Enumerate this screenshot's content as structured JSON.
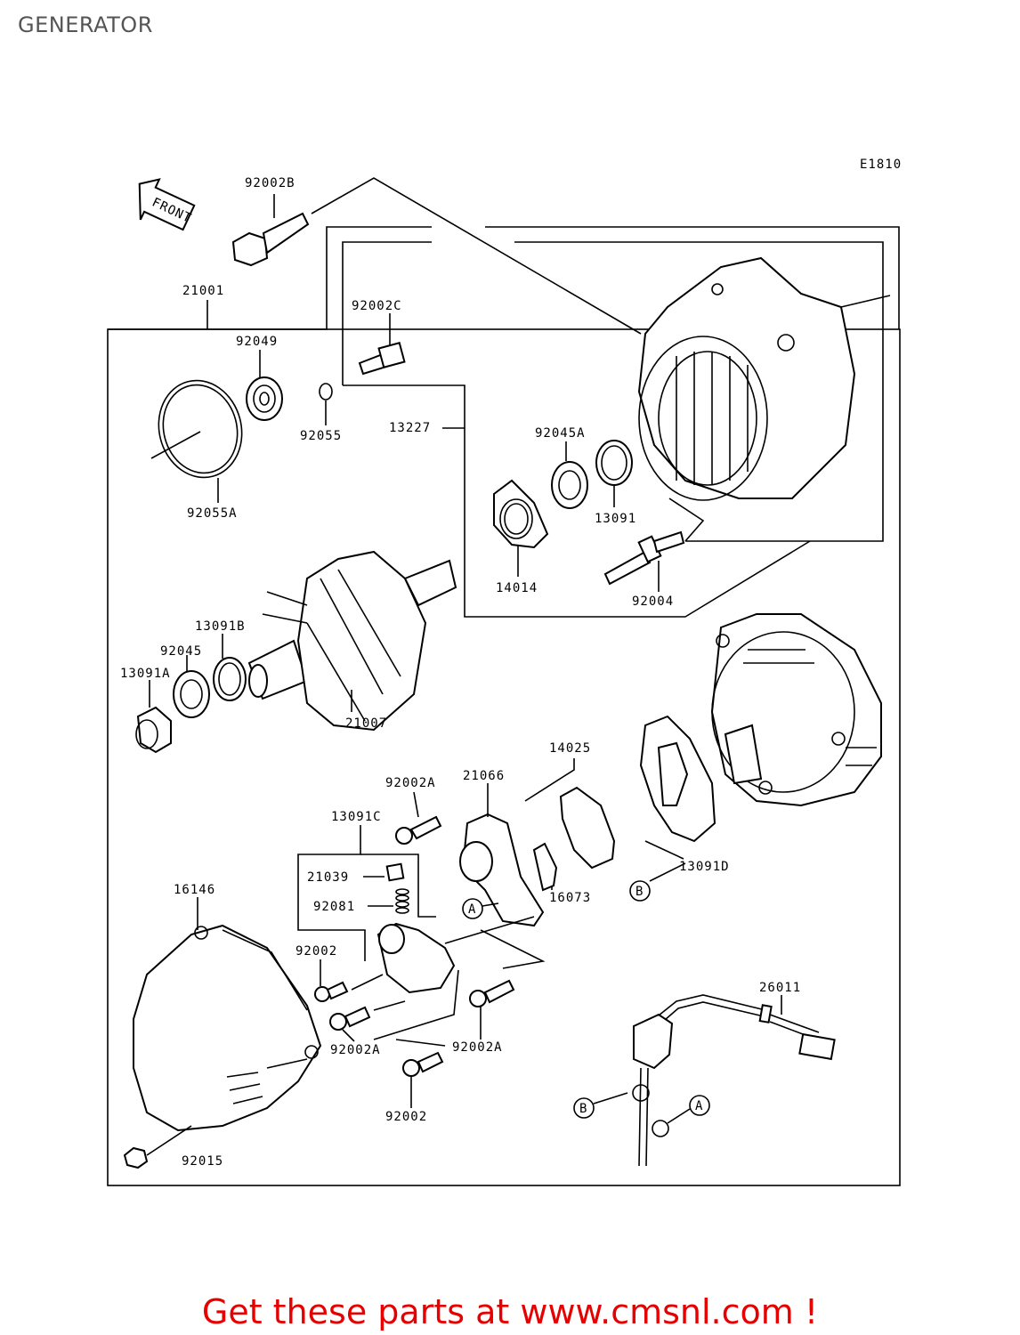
{
  "title": "GENERATOR",
  "diagram_code": "E1810",
  "front_label": "FRONT",
  "ref_a": "A",
  "ref_b": "B",
  "labels": {
    "p92002B": "92002B",
    "p21001": "21001",
    "p92002C": "92002C",
    "p92049": "92049",
    "p92055": "92055",
    "p92055A": "92055A",
    "p13227": "13227",
    "p92045A": "92045A",
    "p13091": "13091",
    "p14014": "14014",
    "p92004": "92004",
    "p13091B": "13091B",
    "p92045": "92045",
    "p13091A": "13091A",
    "p21007": "21007",
    "p14025": "14025",
    "p21066": "21066",
    "p92002A_1": "92002A",
    "p13091C": "13091C",
    "p13091D": "13091D",
    "p21039": "21039",
    "p92081": "92081",
    "p16073": "16073",
    "p16146": "16146",
    "p92002_1": "92002",
    "p92002A_2": "92002A",
    "p92002A_3": "92002A",
    "p92002_2": "92002",
    "p26011": "26011",
    "p92015": "92015"
  },
  "footer": "Get these parts at www.cmsnl.com !"
}
